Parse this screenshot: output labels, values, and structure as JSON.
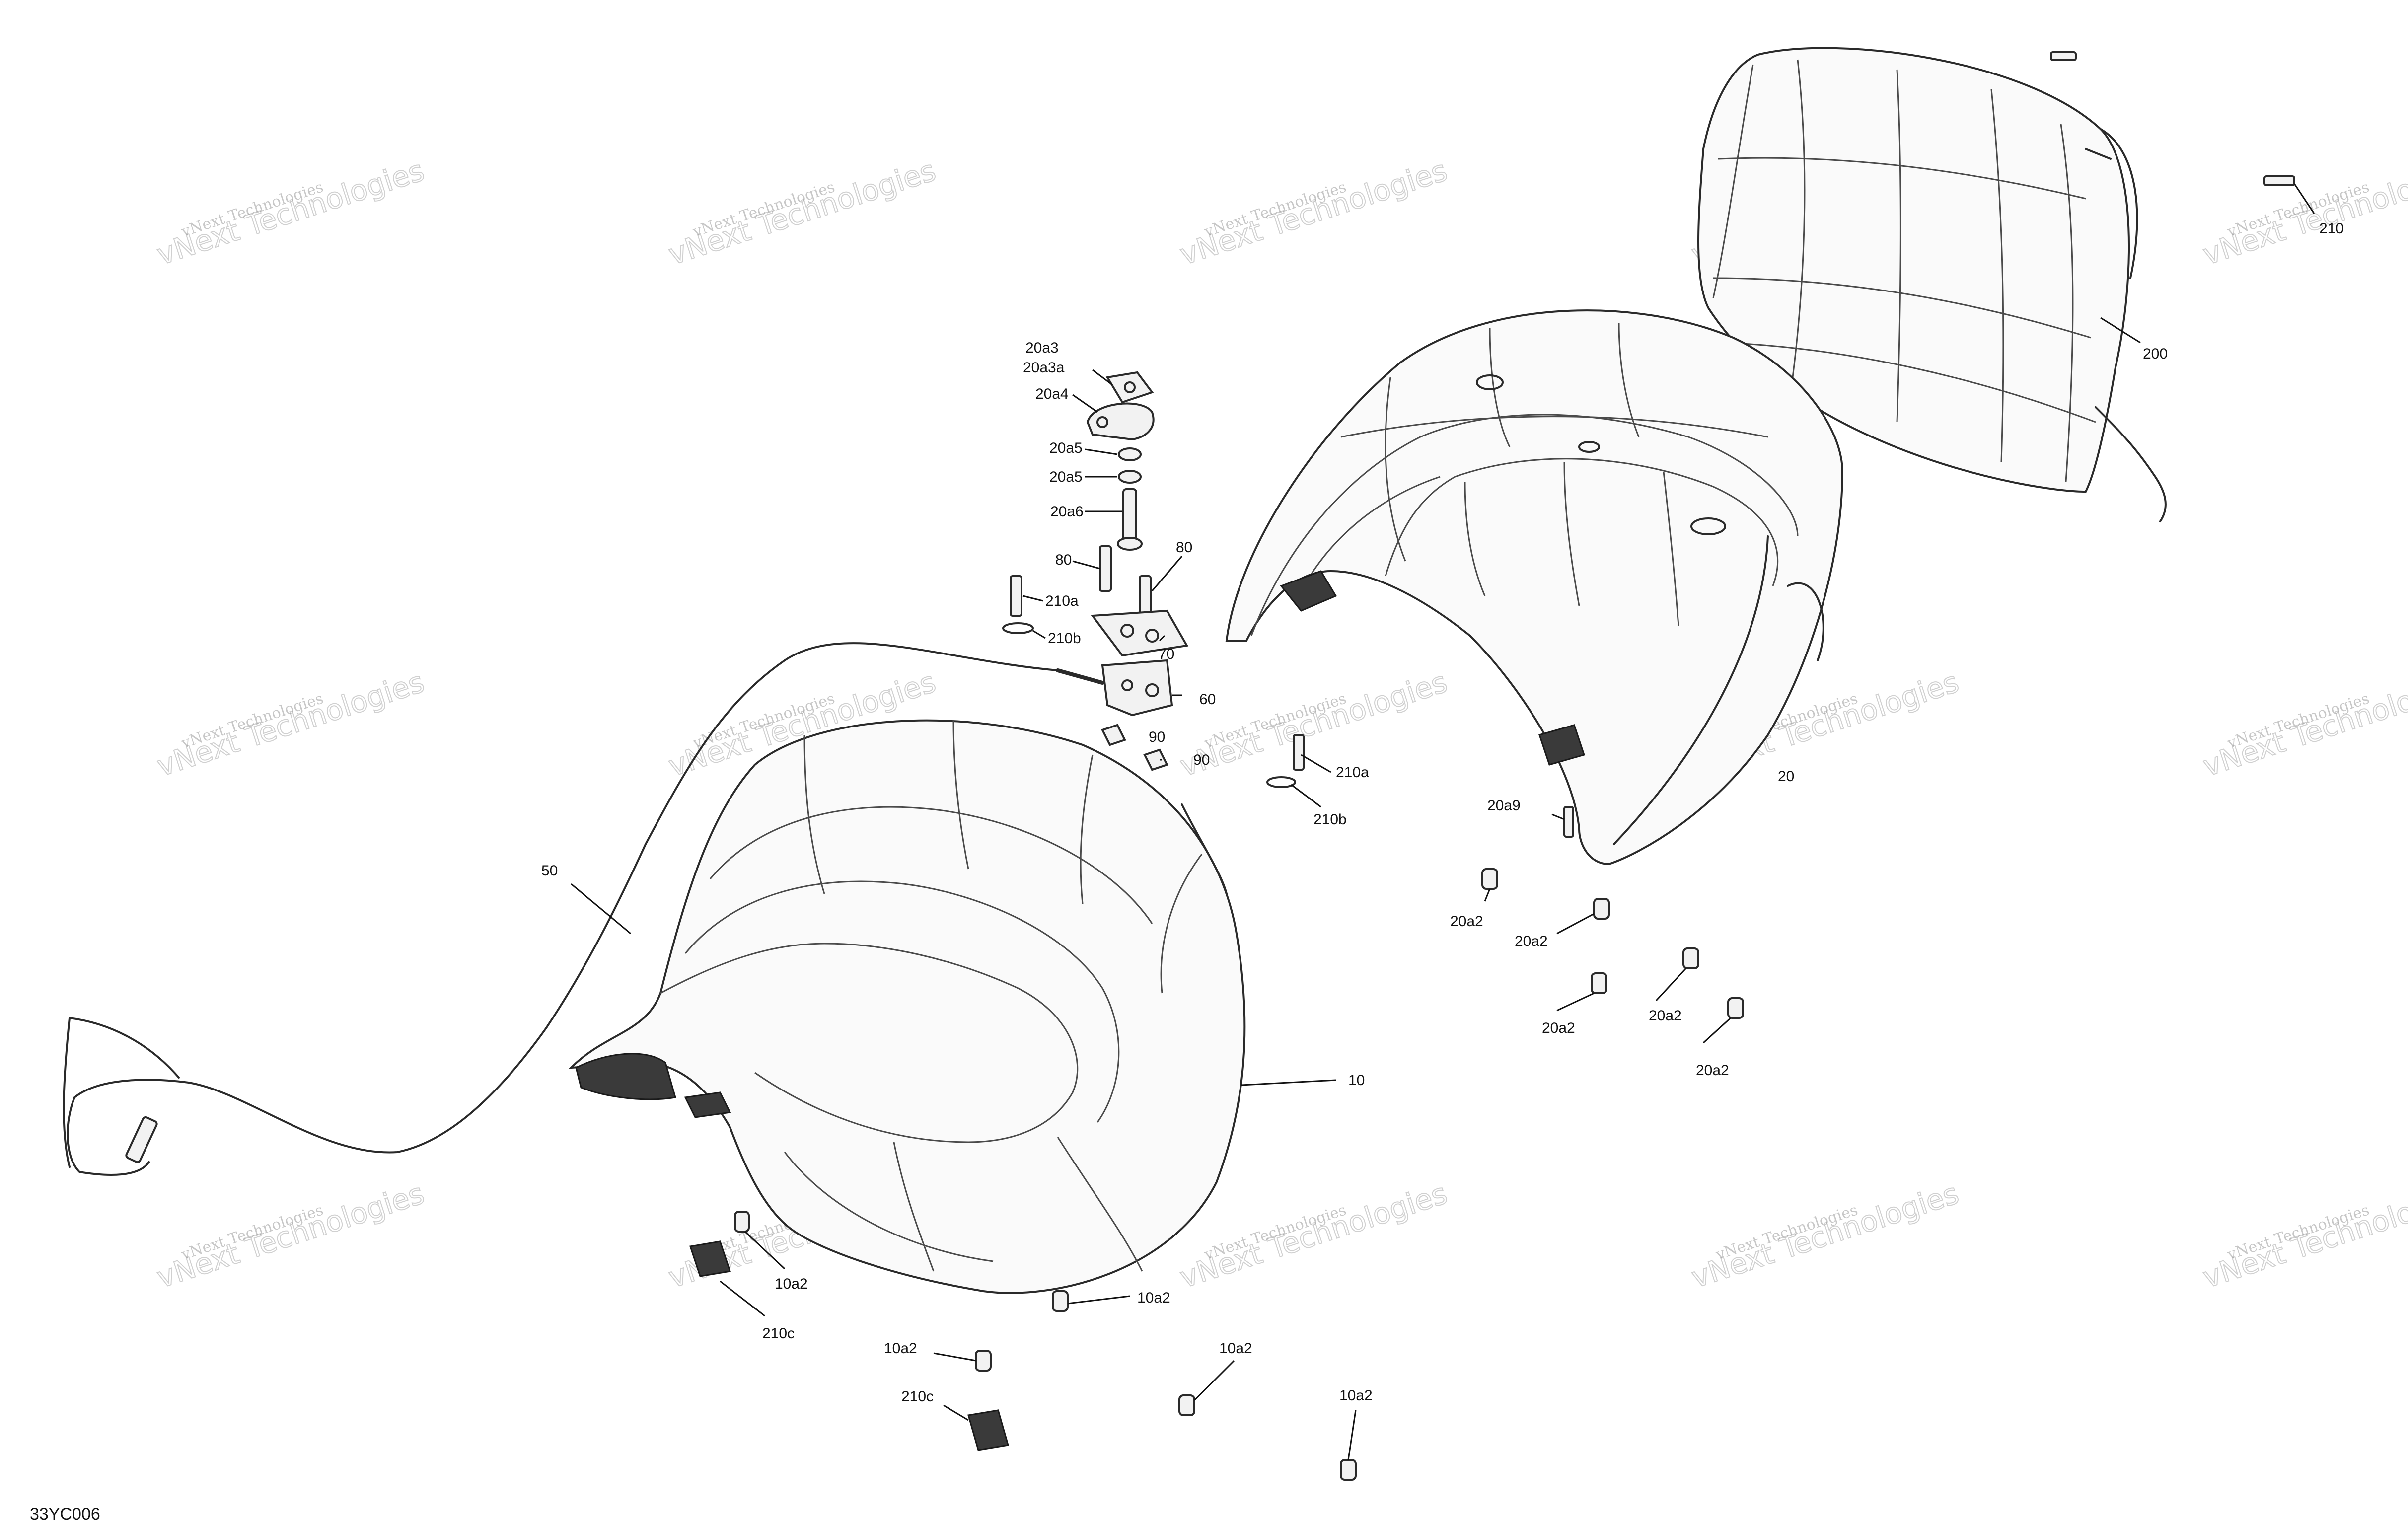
{
  "diagram": {
    "id_label": "33YC006",
    "watermark": {
      "line1": "vNext Technologies",
      "line2": "vNext Technologies"
    },
    "callouts": [
      "20a3",
      "20a3a",
      "20a4",
      "20a5",
      "20a5",
      "20a6",
      "80",
      "80",
      "210a",
      "210b",
      "70",
      "60",
      "90",
      "90",
      "210a",
      "210b",
      "20a9",
      "20",
      "20a2",
      "20a2",
      "20a2",
      "20a2",
      "20a2",
      "200",
      "210",
      "50",
      "10",
      "10a2",
      "10a2",
      "10a2",
      "10a2",
      "10a2",
      "210c",
      "210c"
    ]
  }
}
